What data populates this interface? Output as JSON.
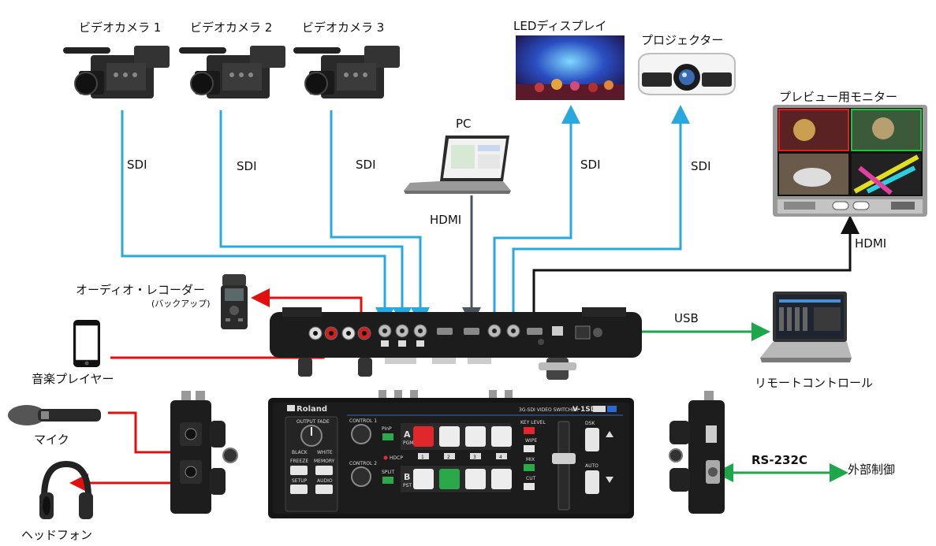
{
  "cameras": [
    {
      "label": "ビデオカメラ 1"
    },
    {
      "label": "ビデオカメラ 2"
    },
    {
      "label": "ビデオカメラ 3"
    }
  ],
  "displays": {
    "led": "LEDディスプレイ",
    "projector": "プロジェクター",
    "preview": "プレビュー用モニター"
  },
  "pc": "PC",
  "connections": {
    "sdi": "SDI",
    "hdmi": "HDMI",
    "usb": "USB",
    "rs232c": "RS-232C"
  },
  "peripherals": {
    "audio_recorder": "オーディオ・レコーダー",
    "audio_recorder_note": "(バックアップ)",
    "music_player": "音楽プレイヤー",
    "remote_control": "リモートコントロール",
    "mic": "マイク",
    "headphones": "ヘッドフォン",
    "external_control": "外部制御"
  },
  "panel": {
    "brand": "Roland",
    "model": "V-1SDI",
    "subtitle": "3G-SDI VIDEO SWITCHER",
    "output_fade": "OUTPUT FADE",
    "black": "BLACK",
    "white": "WHITE",
    "control1": "CONTROL 1",
    "control2": "CONTROL 2",
    "pinp": "PinP",
    "hdcp": "HDCP",
    "split": "SPLIT",
    "freeze": "FREEZE",
    "memory": "MEMORY",
    "setup": "SETUP",
    "audio": "AUDIO",
    "key_level": "KEY LEVEL",
    "wipe": "WIPE",
    "mix": "MIX",
    "cut": "CUT",
    "dsk": "DSK",
    "auto": "AUTO",
    "row_a": "A",
    "row_a_sub": "PGM",
    "row_b": "B",
    "row_b_sub": "PST",
    "numbers": [
      "1",
      "2",
      "3",
      "4"
    ]
  },
  "colors": {
    "sdi": "#29a8e0",
    "hdmi": "#111111",
    "hdmi_in": "#4a5560",
    "audio": "#e01010",
    "usb": "#1ea64a"
  }
}
